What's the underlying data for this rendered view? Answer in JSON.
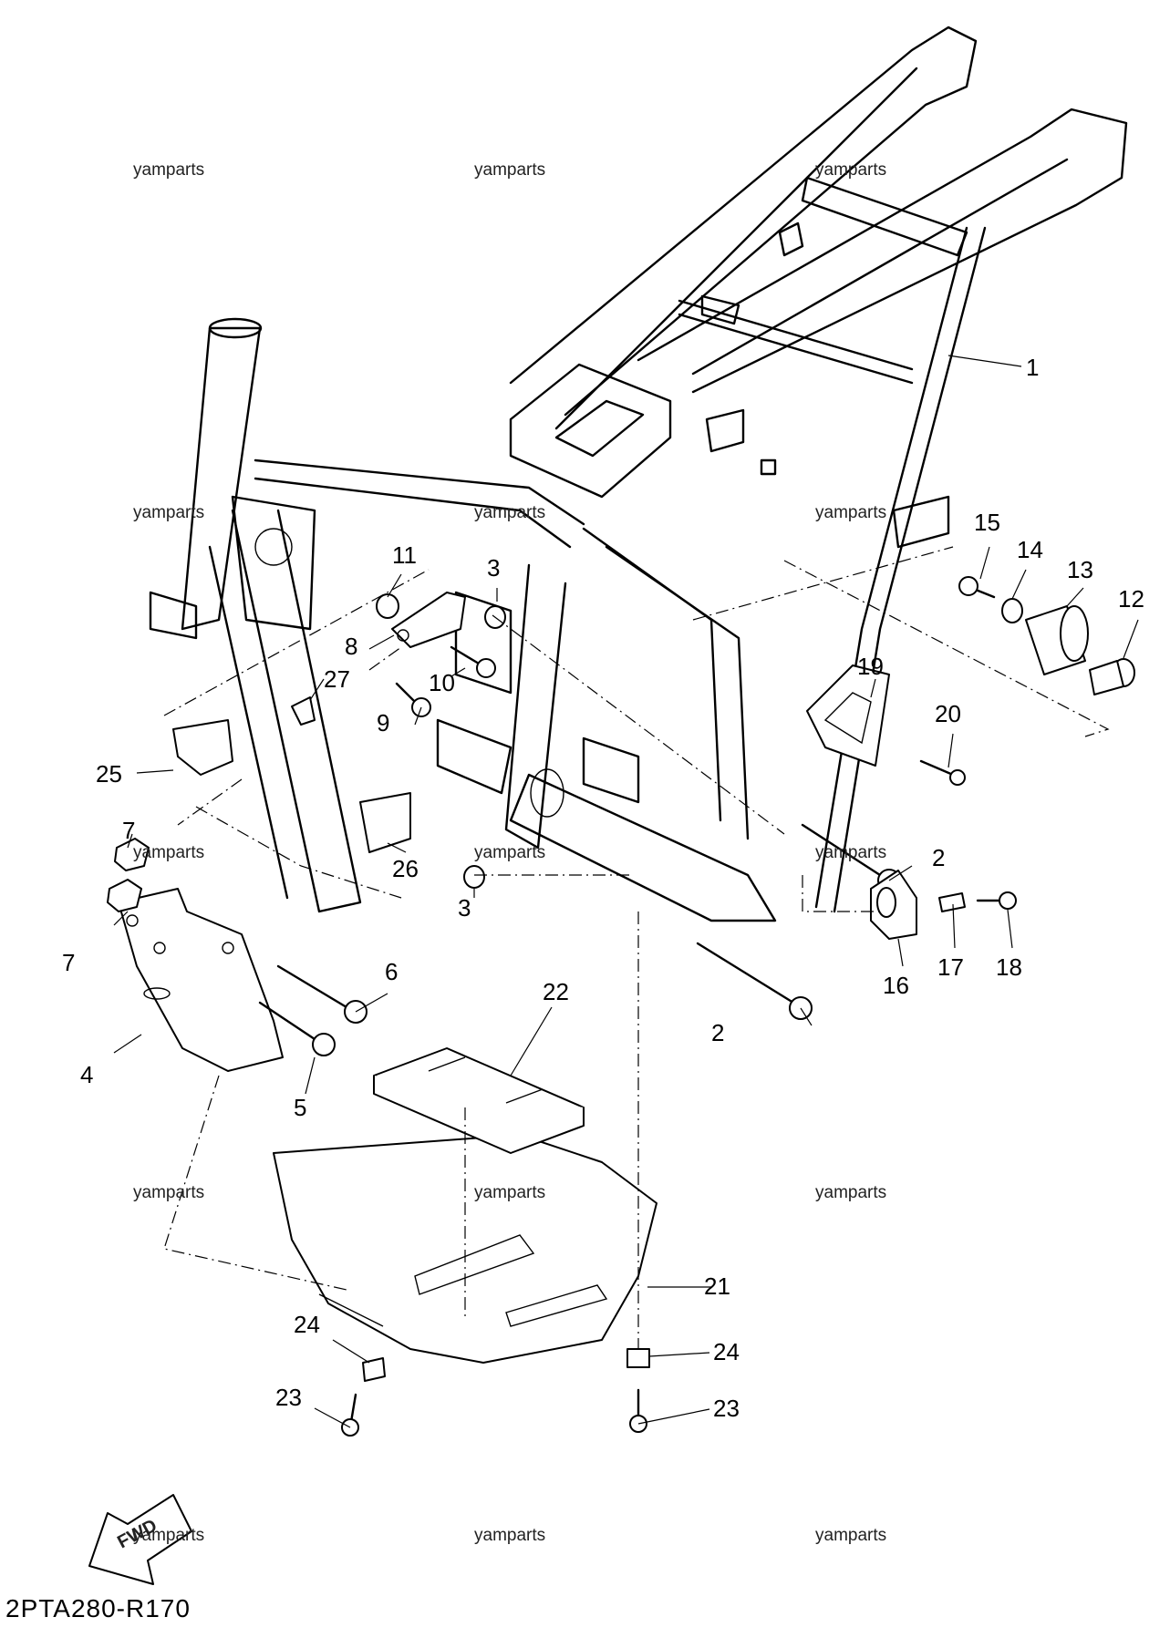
{
  "watermark": "yamparts",
  "diagram_code": "2PTA280-R170",
  "fwd_label": "FWD",
  "callouts": {
    "c1": "1",
    "c2a": "2",
    "c2b": "2",
    "c3a": "3",
    "c3b": "3",
    "c4": "4",
    "c5": "5",
    "c6": "6",
    "c7a": "7",
    "c7b": "7",
    "c8": "8",
    "c9": "9",
    "c10": "10",
    "c11": "11",
    "c12": "12",
    "c13": "13",
    "c14": "14",
    "c15": "15",
    "c16": "16",
    "c17": "17",
    "c18": "18",
    "c19": "19",
    "c20": "20",
    "c21": "21",
    "c22": "22",
    "c23a": "23",
    "c23b": "23",
    "c24a": "24",
    "c24b": "24",
    "c25": "25",
    "c26": "26",
    "c27": "27"
  }
}
